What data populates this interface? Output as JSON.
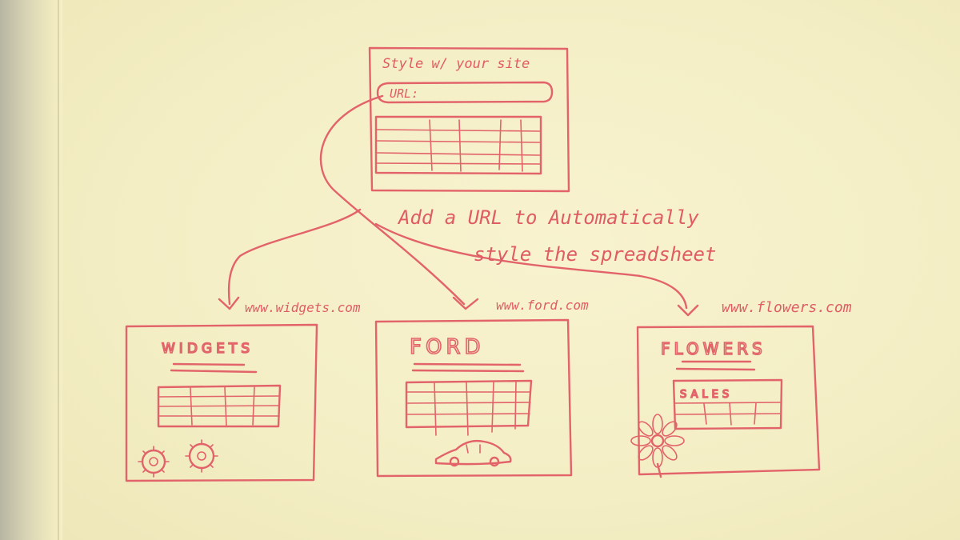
{
  "top_box": {
    "title": "Style w/ your site",
    "url_label": "URL:"
  },
  "caption": {
    "line1": "Add a URL to Automatically",
    "line2": "style the spreadsheet"
  },
  "sites": [
    {
      "url": "www.widgets.com",
      "heading": "WIDGETS"
    },
    {
      "url": "www.ford.com",
      "heading": "FORD"
    },
    {
      "url": "www.flowers.com",
      "heading": "FLOWERS",
      "table_label": "SALES"
    }
  ],
  "colors": {
    "ink": "#e2636a",
    "paper": "#f4efc6"
  },
  "icons": [
    "gear-icon",
    "car-icon",
    "flower-icon"
  ]
}
